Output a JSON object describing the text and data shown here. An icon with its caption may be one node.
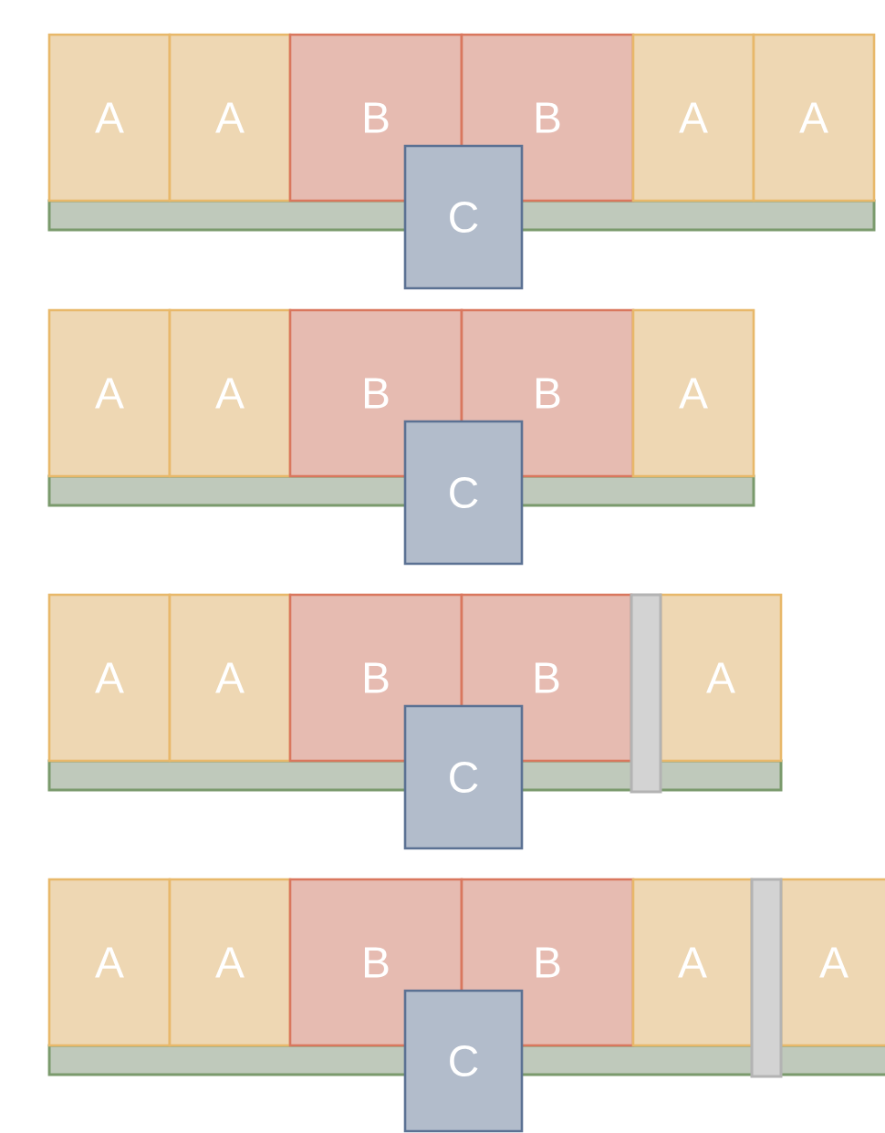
{
  "diagram": {
    "nodes": [
      {
        "text": [
          "A"
        ]
      },
      {
        "text": [
          "A"
        ]
      },
      {
        "text": [
          "B"
        ]
      },
      {
        "text": [
          "B"
        ]
      },
      {
        "text": [
          "A"
        ]
      },
      {
        "text": [
          "A"
        ]
      },
      {
        "text": [],
        "shape": "bar"
      },
      {
        "text": [
          "C"
        ]
      },
      {
        "text": [
          "A"
        ]
      },
      {
        "text": [
          "A"
        ]
      },
      {
        "text": [
          "B"
        ]
      },
      {
        "text": [
          "B"
        ]
      },
      {
        "text": [
          "A"
        ]
      },
      {
        "text": [],
        "shape": "bar"
      },
      {
        "text": [
          "C"
        ]
      },
      {
        "text": [
          "A"
        ]
      },
      {
        "text": [
          "A"
        ]
      },
      {
        "text": [
          "B"
        ]
      },
      {
        "text": [
          "B"
        ]
      },
      {
        "text": [],
        "shape": "bar"
      },
      {
        "text": [
          "A"
        ]
      },
      {
        "text": [],
        "shape": "bar"
      },
      {
        "text": [
          "C"
        ]
      },
      {
        "text": [
          "A"
        ]
      },
      {
        "text": [
          "A"
        ]
      },
      {
        "text": [
          "B"
        ]
      },
      {
        "text": [
          "B"
        ]
      },
      {
        "text": [
          "A"
        ]
      },
      {
        "text": [],
        "shape": "bar"
      },
      {
        "text": [
          "A"
        ]
      },
      {
        "text": [],
        "shape": "bar"
      },
      {
        "text": [
          "C"
        ]
      }
    ]
  }
}
